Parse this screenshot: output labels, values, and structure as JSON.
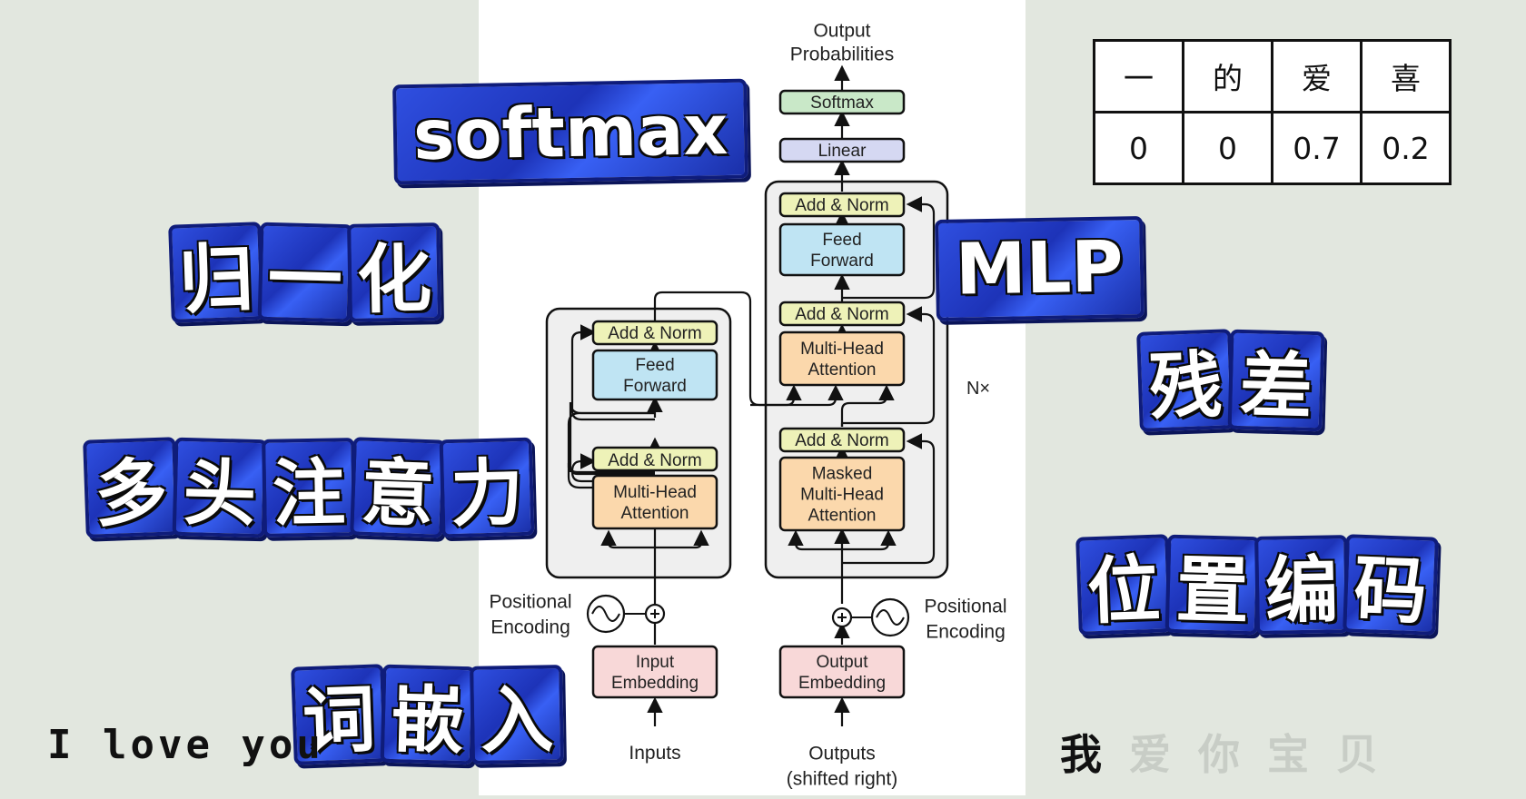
{
  "diagram": {
    "output_probabilities": [
      "Output",
      "Probabilities"
    ],
    "softmax": "Softmax",
    "linear": "Linear",
    "add_norm": "Add & Norm",
    "feed_forward": [
      "Feed",
      "Forward"
    ],
    "multi_head_attention": [
      "Multi-Head",
      "Attention"
    ],
    "masked_multi_head_attention": [
      "Masked",
      "Multi-Head",
      "Attention"
    ],
    "nx": "N×",
    "positional_encoding": [
      "Positional",
      "Encoding"
    ],
    "input_embedding": [
      "Input",
      "Embedding"
    ],
    "output_embedding": [
      "Output",
      "Embedding"
    ],
    "inputs": "Inputs",
    "outputs": [
      "Outputs",
      "(shifted right)"
    ],
    "colors": {
      "softmax": "#c9e8c8",
      "linear": "#d5d8f2",
      "add_norm": "#eef2b8",
      "feed_forward": "#bfe4f3",
      "attention": "#fbd8ac",
      "embedding": "#f8d8d8",
      "block_bg": "#efefef"
    }
  },
  "labels": {
    "softmax": "softmax",
    "norm": "归一化",
    "mlp": "MLP",
    "residual": "残差",
    "attention": "多头注意力",
    "position": "位置编码",
    "embedding": "词嵌入"
  },
  "table": {
    "headers": [
      "一",
      "的",
      "爱",
      "喜"
    ],
    "values": [
      "0",
      "0",
      "0.7",
      "0.2"
    ]
  },
  "subtitles": {
    "left": "I love you",
    "right_words": [
      "我",
      "爱",
      "你",
      "宝",
      "贝"
    ]
  }
}
